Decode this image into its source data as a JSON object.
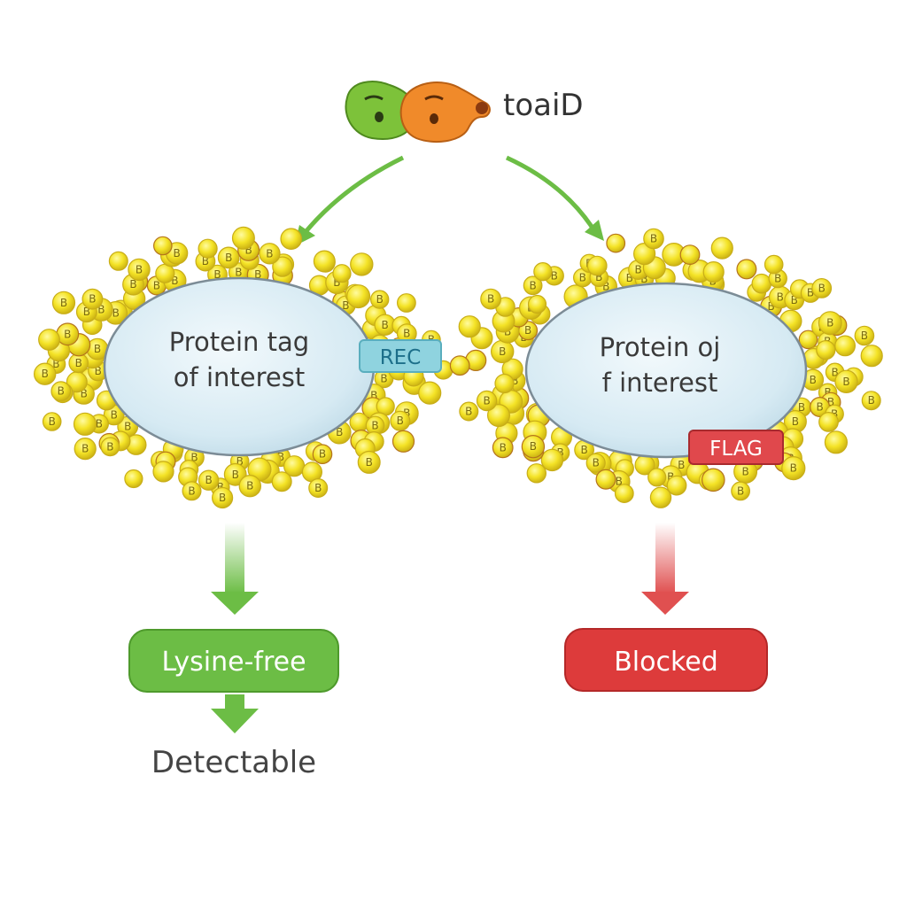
{
  "logo": {
    "name": "toaiD",
    "icon": "turboid-enzyme-icon"
  },
  "left_panel": {
    "protein_line1": "Protein tag",
    "protein_line2": "of interest",
    "tag_label": "REC",
    "tag_color": "#8fd3df",
    "result_label": "Lysine-free",
    "result_color": "#6cbd45",
    "outcome_label": "Detectable"
  },
  "right_panel": {
    "protein_line1": "Protein oj",
    "protein_line2": "f interest",
    "tag_label": "FLAG",
    "tag_color": "#e0484c",
    "result_label": "Blocked",
    "result_color": "#dd3b3b"
  },
  "biotin_label": "B",
  "colors": {
    "arrow_green": "#6cbd45",
    "arrow_red": "#e05050",
    "biotin_yellow": "#f2e228",
    "protein_fill": "#d9edf5"
  }
}
